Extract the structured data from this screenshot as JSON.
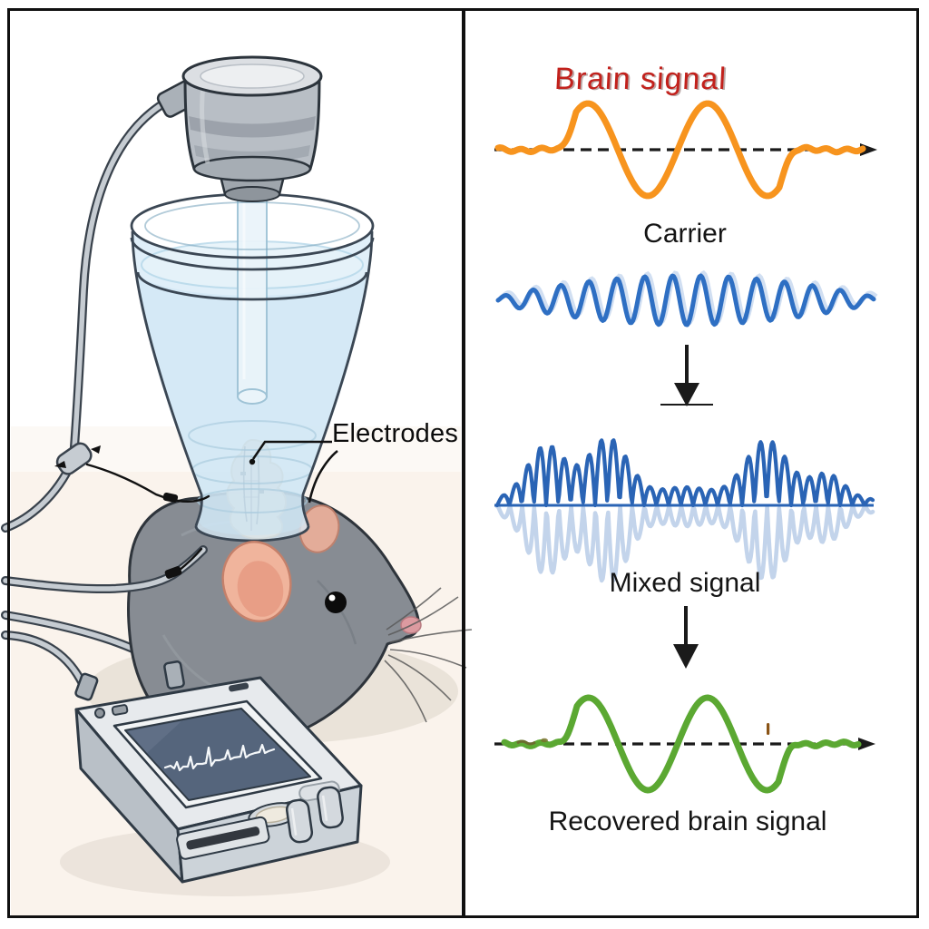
{
  "left_panel": {
    "electrodes_label": "Electrodes",
    "illustration_parts": [
      "mouse",
      "water-chamber",
      "chamber-cap",
      "recording-cable",
      "eeg-recorder",
      "ecg-trace-screen"
    ]
  },
  "right_panel": {
    "brain_signal": {
      "label": "Brain signal",
      "label_color": "#c2211c",
      "wave_color": "#f7941e"
    },
    "carrier": {
      "label": "Carrier",
      "label_color": "#141414",
      "wave_color": "#2e6fc3"
    },
    "mixed": {
      "label": "Mixed signal",
      "label_color": "#141414",
      "wave_color": "#2a64b5",
      "reflection_color": "#b8cde8"
    },
    "recovered": {
      "label": "Recovered brain signal",
      "label_color": "#141414",
      "wave_color": "#5ba832"
    },
    "axis_color": "#1a1a1a"
  }
}
